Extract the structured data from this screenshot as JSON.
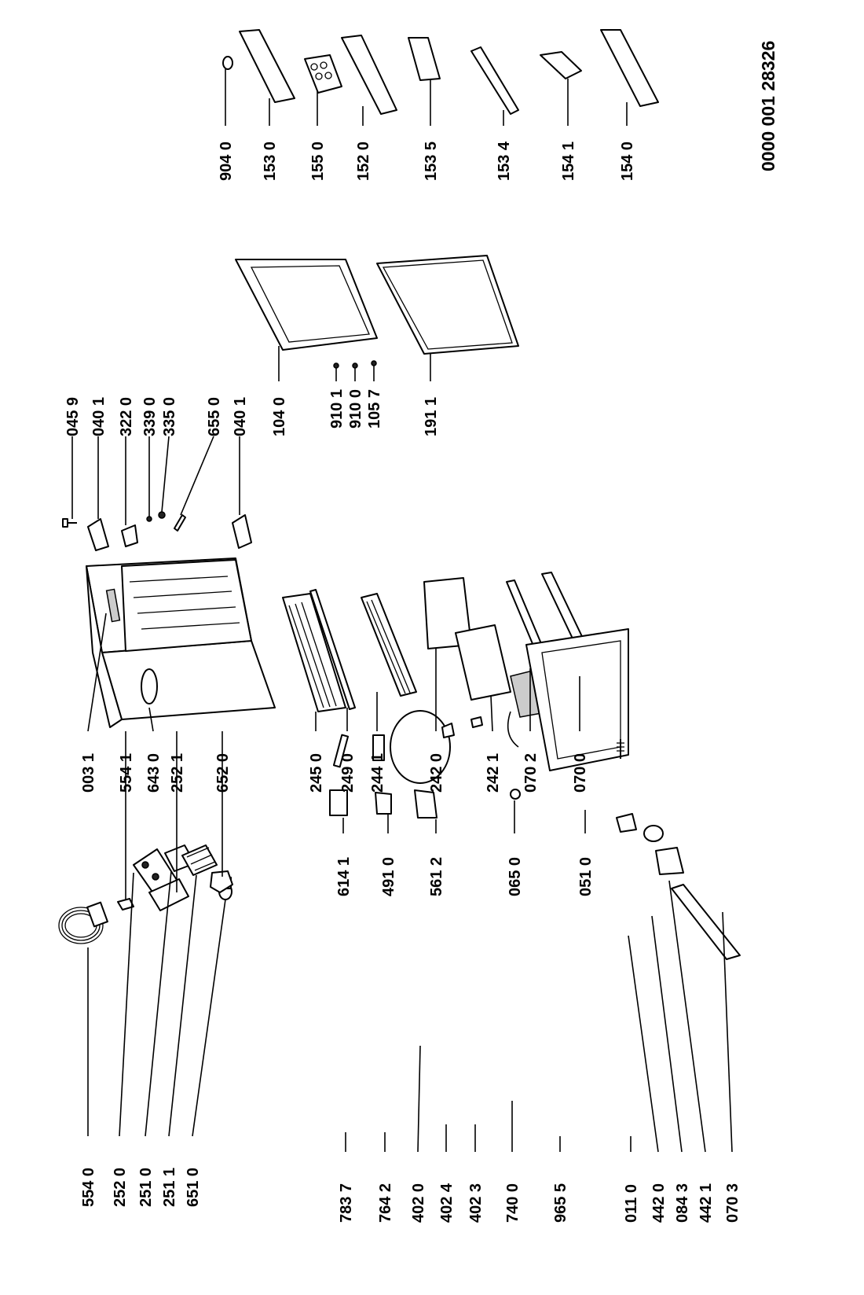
{
  "document_number": "0000 001 28326",
  "parts": {
    "p5540": "554 0",
    "p2520": "252 0",
    "p2510": "251 0",
    "p2511": "251 1",
    "p6510": "651 0",
    "p7837": "783 7",
    "p7642": "764 2",
    "p4020": "402 0",
    "p4024": "402 4",
    "p4023": "402 3",
    "p7400": "740 0",
    "p9655": "965 5",
    "p0110": "011 0",
    "p4420": "442 0",
    "p0843": "084 3",
    "p4421": "442 1",
    "p0703": "070 3",
    "p0031": "003 1",
    "p5541": "554 1",
    "p6430": "643 0",
    "p2521": "252 1",
    "p6520": "652 0",
    "p6141": "614 1",
    "p4910": "491 0",
    "p5612": "561 2",
    "p0650": "065 0",
    "p0510": "051 0",
    "p2450": "245 0",
    "p2490": "249 0",
    "p2441": "244 1",
    "p2420": "242 0",
    "p2421": "242 1",
    "p0702": "070 2",
    "p0700": "070 0",
    "p0459": "045 9",
    "p0401a": "040 1",
    "p3220": "322 0",
    "p3390": "339 0",
    "p3350": "335 0",
    "p6550": "655 0",
    "p0401b": "040 1",
    "p1040": "104 0",
    "p9101": "910 1",
    "p9100": "910 0",
    "p1057": "105 7",
    "p1911": "191 1",
    "p9040": "904 0",
    "p1530": "153 0",
    "p1550": "155 0",
    "p1520": "152 0",
    "p1535": "153 5",
    "p1534": "153 4",
    "p1541": "154 1",
    "p1540": "154 0"
  }
}
